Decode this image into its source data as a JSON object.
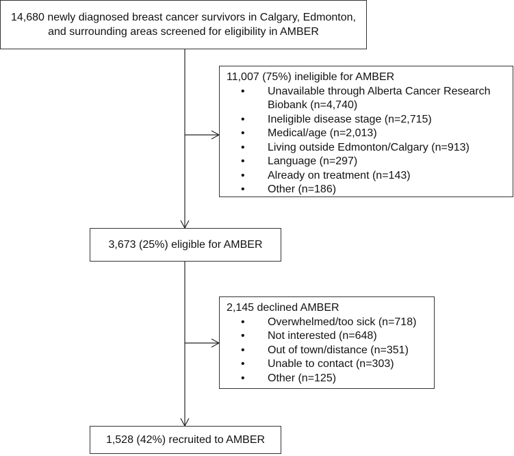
{
  "screened": {
    "line1": "14,680 newly diagnosed breast cancer survivors in Calgary, Edmonton,",
    "line2": "and surrounding areas screened for eligibility in AMBER"
  },
  "ineligible": {
    "title": "11,007 (75%) ineligible for AMBER",
    "items": [
      "Unavailable through Alberta Cancer Research Biobank (n=4,740)",
      "Ineligible disease stage (n=2,715)",
      "Medical/age (n=2,013)",
      "Living outside Edmonton/Calgary (n=913)",
      "Language (n=297)",
      "Already on treatment (n=143)",
      "Other (n=186)"
    ]
  },
  "eligible": {
    "text": "3,673 (25%) eligible for AMBER"
  },
  "declined": {
    "title": "2,145 declined AMBER",
    "items": [
      "Overwhelmed/too sick (n=718)",
      "Not interested (n=648)",
      "Out of town/distance (n=351)",
      "Unable to contact (n=303)",
      "Other (n=125)"
    ]
  },
  "recruited": {
    "text": "1,528 (42%) recruited to AMBER"
  }
}
